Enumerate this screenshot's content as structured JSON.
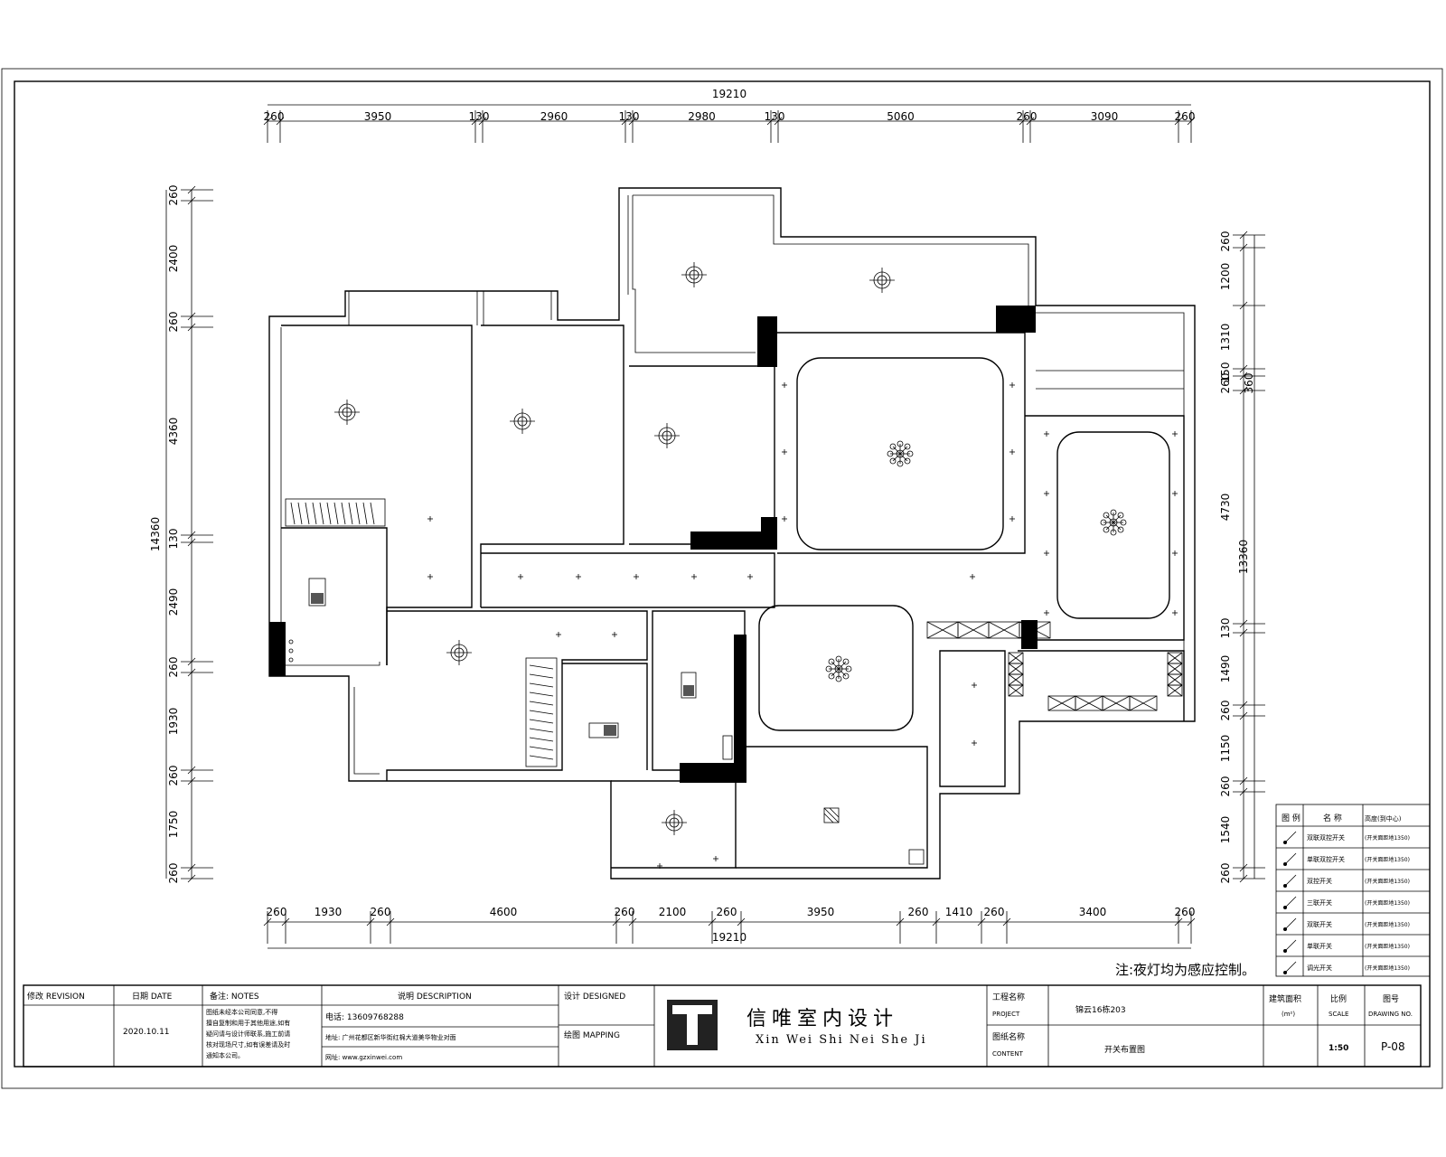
{
  "dimensions": {
    "top_total": "19210",
    "top_segments": [
      "260",
      "3950",
      "130",
      "2960",
      "130",
      "2980",
      "130",
      "5060",
      "260",
      "3090",
      "260"
    ],
    "bottom_total": "19210",
    "bottom_segments": [
      "260",
      "1930",
      "260",
      "4600",
      "260",
      "2100",
      "260",
      "3950",
      "260",
      "1410",
      "260",
      "3400",
      "260"
    ],
    "left_total": "14360",
    "left_segments": [
      "260",
      "2400",
      "260",
      "4360",
      "130",
      "2490",
      "260",
      "1930",
      "260",
      "1750",
      "260"
    ],
    "right_total": "13360",
    "right_segments": [
      "260",
      "1200",
      "1310",
      "150",
      "260",
      "4730",
      "130",
      "1490",
      "260",
      "1150",
      "260",
      "1540",
      "260"
    ],
    "right_extra": "360"
  },
  "note": "注:夜灯均为感应控制。",
  "legend": {
    "headers": [
      "图 例",
      "名 称",
      "高度(到中心)"
    ],
    "rows": [
      {
        "name": "双联双控开关",
        "height": "(开关面距地1350)"
      },
      {
        "name": "单联双控开关",
        "height": "(开关面距地1350)"
      },
      {
        "name": "双控开关",
        "height": "(开关面距地1350)"
      },
      {
        "name": "三联开关",
        "height": "(开关面距地1350)"
      },
      {
        "name": "双联开关",
        "height": "(开关面距地1350)"
      },
      {
        "name": "单联开关",
        "height": "(开关面距地1350)"
      },
      {
        "name": "调光开关",
        "height": "(开关面距地1350)"
      }
    ]
  },
  "title_block": {
    "revision_label": "修改  REVISION",
    "date_label": "日期  DATE",
    "date_value": "2020.10.11",
    "notes_label": "备注:  NOTES",
    "notes_text": [
      "图纸未经本公司同意,不得",
      "擅自复制和用于其他用途,如有",
      "疑问请与设计师联系,施工前请",
      "核对现场尺寸,如有误差请及时",
      "通知本公司。"
    ],
    "description_label": "说明  DESCRIPTION",
    "phone": "电话:  13609768288",
    "address": "地址:  广州花都区新华街红棉大道美华物业对面",
    "website": "网址:  www.gzxinwei.com",
    "designed_label": "设计  DESIGNED",
    "drawing_label": "绘图  MAPPING",
    "company_cn": "信唯室内设计",
    "company_en": "Xin Wei Shi Nei She Ji",
    "project_label": "工程名称",
    "project_label_en": "PROJECT",
    "project_value": "锦云16栋203",
    "content_label": "图纸名称",
    "content_label_en": "CONTENT",
    "content_value": "开关布置图",
    "area_label": "建筑面积",
    "area_unit": "(m²)",
    "scale_label": "比例",
    "scale_label_en": "SCALE",
    "scale_value": "1:50",
    "number_label": "图号",
    "number_label_en": "DRAWING NO.",
    "number_value": "P-08"
  }
}
